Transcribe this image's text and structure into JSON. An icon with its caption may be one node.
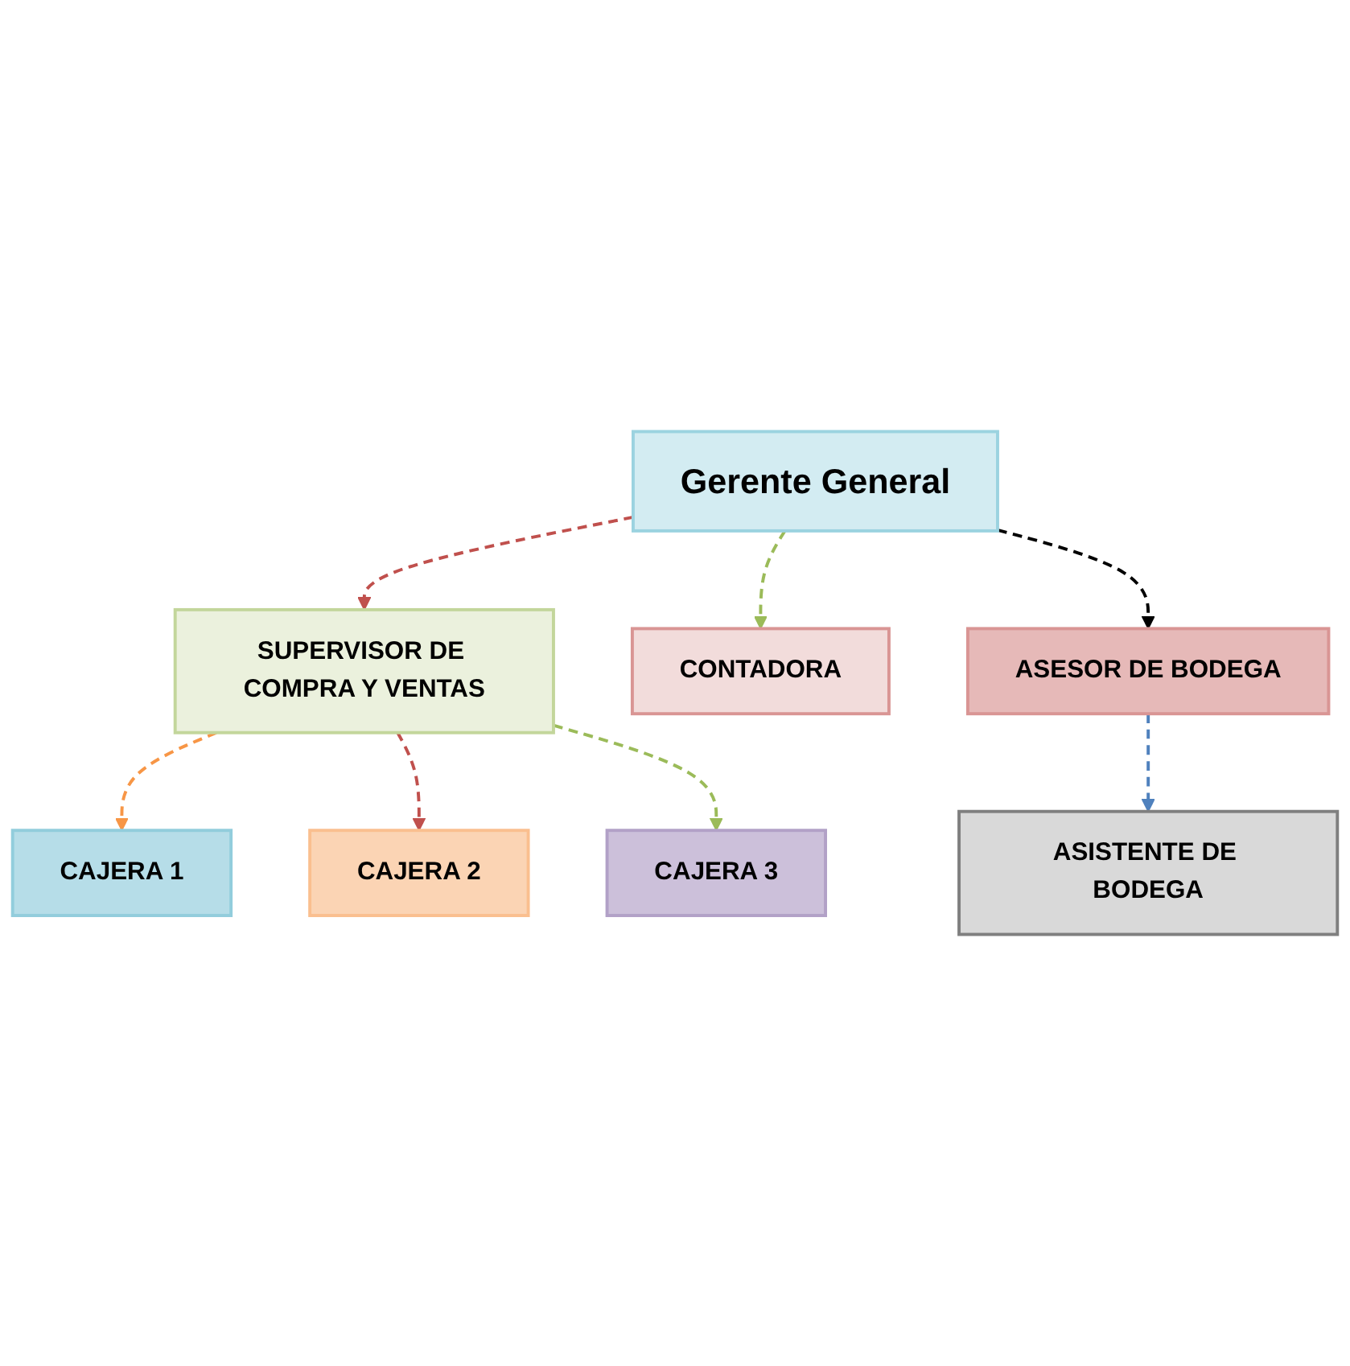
{
  "diagram": {
    "nodes": [
      {
        "text": [
          "Gerente General"
        ]
      },
      {
        "text": [
          "SUPERVISOR DE COMPRA Y VENTAS"
        ]
      },
      {
        "text": [
          "CONTADORA"
        ]
      },
      {
        "text": [
          "ASESOR DE BODEGA"
        ]
      },
      {
        "text": [
          "CAJERA 1"
        ]
      },
      {
        "text": [
          "CAJERA 2"
        ]
      },
      {
        "text": [
          "CAJERA 3"
        ]
      },
      {
        "text": [
          "ASISTENTE DE BODEGA"
        ]
      }
    ],
    "edges": [
      {
        "from": 0,
        "to": 1,
        "arrow": "to",
        "style": "dashed",
        "color": "#c0504d"
      },
      {
        "from": 0,
        "to": 2,
        "arrow": "to",
        "style": "dashed",
        "color": "#9bbb59"
      },
      {
        "from": 0,
        "to": 3,
        "arrow": "to",
        "style": "dashed",
        "color": "#000000"
      },
      {
        "from": 3,
        "to": 7,
        "arrow": "to",
        "style": "dashed",
        "color": "#4f81bd"
      },
      {
        "from": 1,
        "to": 4,
        "arrow": "to",
        "style": "dashed",
        "color": "#f79646"
      },
      {
        "from": 1,
        "to": 5,
        "arrow": "to",
        "style": "dashed",
        "color": "#c0504d"
      },
      {
        "from": 1,
        "to": 6,
        "arrow": "to",
        "style": "dashed",
        "color": "#9bbb59"
      }
    ]
  }
}
